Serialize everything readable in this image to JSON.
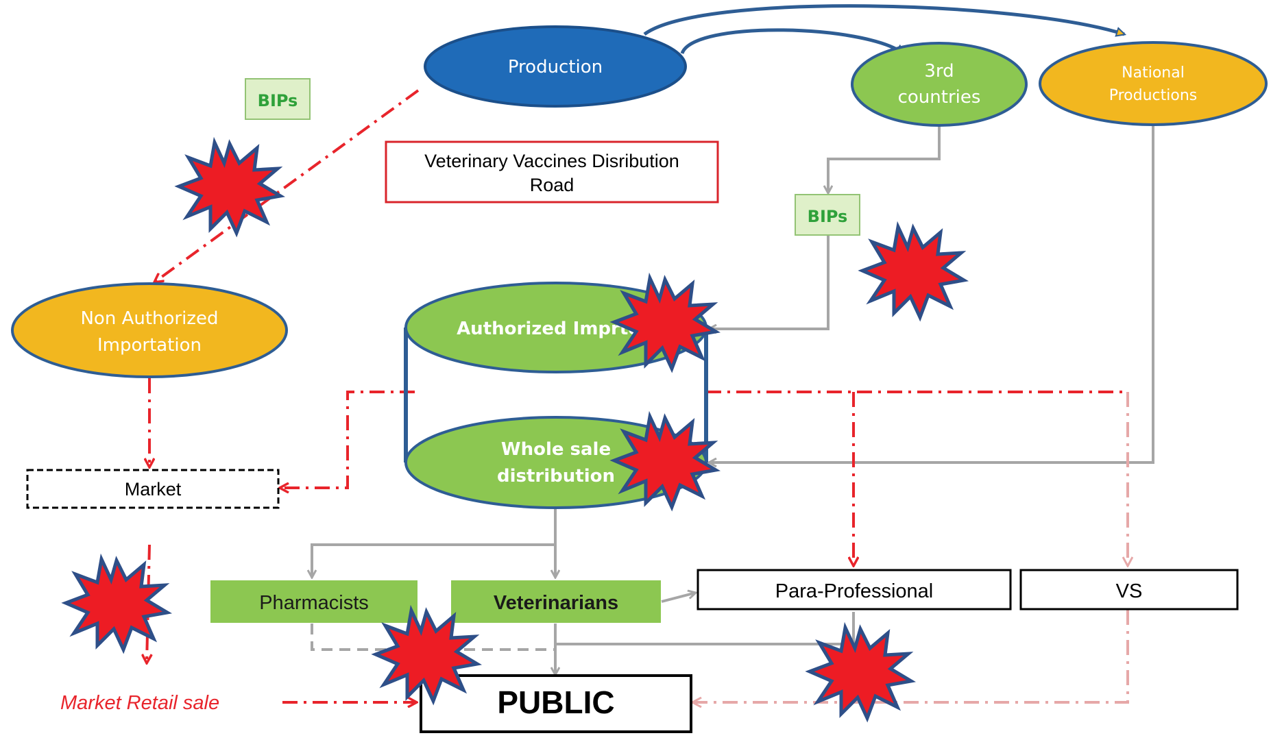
{
  "diagram": {
    "title_line1": "Veterinary Vaccines Disribution",
    "title_line2": "Road",
    "nodes": {
      "production": "Production",
      "third_countries_line1": "3rd",
      "third_countries_line2": "countries",
      "national_line1": "National",
      "national_line2": "Productions",
      "bips_left": "BIPs",
      "bips_right": "BIPs",
      "non_authorized_line1": "Non Authorized",
      "non_authorized_line2": "Importation",
      "authorized_importer": "Authorized Imprte",
      "wholesale_line1": "Whole sale",
      "wholesale_line2": "distribution",
      "market": "Market",
      "pharmacists": "Pharmacists",
      "veterinarians": "Veterinarians",
      "para_professional": "Para-Professional",
      "vs": "VS",
      "public": "PUBLIC",
      "market_retail_sale": "Market Retail sale"
    },
    "colors": {
      "blue": "#1f6bb8",
      "blue_dark": "#1b4f8a",
      "green": "#8cc751",
      "orange": "#f2b71f",
      "edge_blue": "#2e5d94",
      "gray": "#a6a6a6",
      "red": "#e8242b",
      "pink": "#e6a8a8",
      "bips_green": "#2fa13a",
      "bips_bg": "#dff0c9",
      "bips_border": "#93c374",
      "burst_fill": "#ed1c24",
      "burst_stroke": "#2e4f88"
    },
    "warning_marker_icon": "explosion-burst-icon"
  }
}
